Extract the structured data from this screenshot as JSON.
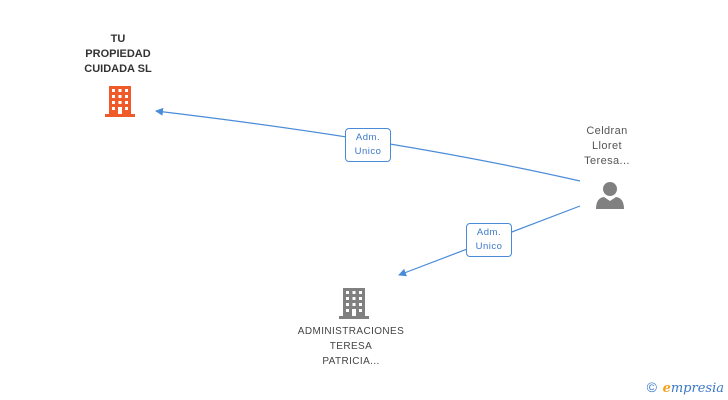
{
  "nodes": {
    "company_main": {
      "name_lines": [
        "TU",
        "PROPIEDAD",
        "CUIDADA SL"
      ],
      "icon": "building-icon",
      "color": "#f05a28"
    },
    "person": {
      "name_lines": [
        "Celdran",
        "Lloret",
        "Teresa..."
      ],
      "icon": "person-icon",
      "color": "#808080"
    },
    "company_sub": {
      "name_lines": [
        "ADMINISTRACIONES",
        "TERESA",
        "PATRICIA..."
      ],
      "icon": "building-icon",
      "color": "#808080"
    }
  },
  "edges": [
    {
      "from": "person",
      "to": "company_main",
      "label_lines": [
        "Adm.",
        "Unico"
      ]
    },
    {
      "from": "person",
      "to": "company_sub",
      "label_lines": [
        "Adm.",
        "Unico"
      ]
    }
  ],
  "colors": {
    "edge": "#4a8bd8",
    "brand_accent": "#f3a21b",
    "brand": "#3a78c8"
  },
  "watermark": {
    "symbol": "©",
    "brand_initial": "e",
    "brand_rest": "mpresia"
  }
}
